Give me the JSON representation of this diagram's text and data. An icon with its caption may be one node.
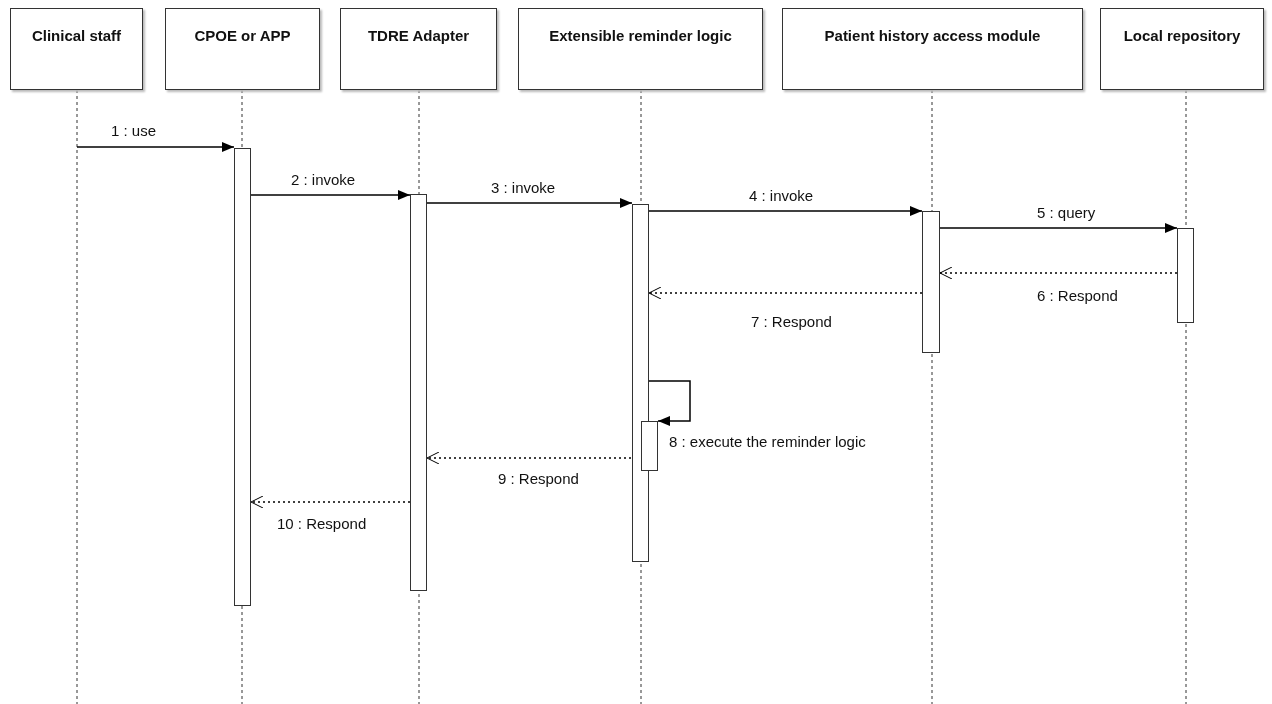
{
  "diagram": {
    "nodes": [
      {
        "text": [
          "Clinical staff"
        ]
      },
      {
        "text": [
          "CPOE or APP"
        ]
      },
      {
        "text": [
          "TDRE Adapter"
        ]
      },
      {
        "text": [
          "Extensible reminder logic"
        ]
      },
      {
        "text": [
          "Patient history access module"
        ]
      },
      {
        "text": [
          "Local repository"
        ]
      },
      {
        "text": [],
        "shape": "bar"
      },
      {
        "text": [],
        "shape": "bar"
      },
      {
        "text": [],
        "shape": "bar"
      },
      {
        "text": [],
        "shape": "bar"
      },
      {
        "text": [],
        "shape": "bar"
      },
      {
        "text": [],
        "shape": "bar"
      }
    ],
    "edges": [
      {
        "from": 0,
        "to": 6,
        "arrow": "to",
        "label": "1 : use"
      },
      {
        "from": 6,
        "to": 7,
        "arrow": "to",
        "label": "2 : invoke"
      },
      {
        "from": 7,
        "to": 8,
        "arrow": "to",
        "label": "3 : invoke"
      },
      {
        "from": 8,
        "to": 10,
        "arrow": "to",
        "label": "4 : invoke"
      },
      {
        "from": 10,
        "to": 11,
        "arrow": "to",
        "label": "5 : query"
      },
      {
        "from": 11,
        "to": 10,
        "arrow": "to",
        "label": "6 : Respond",
        "style": "dashed"
      },
      {
        "from": 10,
        "to": 8,
        "arrow": "to",
        "label": "7 : Respond",
        "style": "dashed"
      },
      {
        "from": 8,
        "to": 9,
        "arrow": "to",
        "label": "8 : execute the reminder logic"
      },
      {
        "from": 9,
        "to": 7,
        "arrow": "to",
        "label": "9 : Respond",
        "style": "dashed"
      },
      {
        "from": 7,
        "to": 6,
        "arrow": "to",
        "label": "10 : Respond",
        "style": "dashed"
      }
    ]
  }
}
